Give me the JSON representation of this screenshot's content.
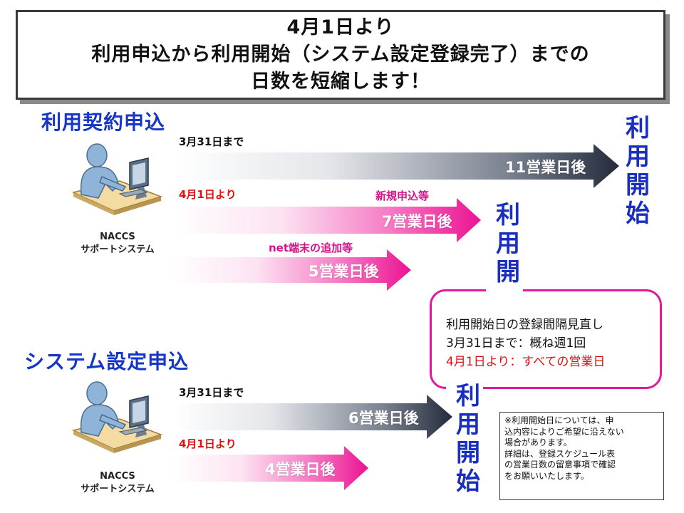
{
  "title": {
    "line1": "4月1日より",
    "line2": "利用申込から利用開始（システム設定登録完了）までの",
    "line3": "日数を短縮します！"
  },
  "section1": {
    "heading": "利用契約申込",
    "icon_label1": "NACCS",
    "icon_label2": "サポートシステム",
    "before_label": "3月31日まで",
    "before_arrow": "11営業日後",
    "after_label": "4月1日より",
    "new_label": "新規申込等",
    "new_arrow": "7営業日後",
    "net_label": "net端末の追加等",
    "net_arrow": "5営業日後"
  },
  "section2": {
    "heading": "システム設定申込",
    "icon_label1": "NACCS",
    "icon_label2": "サポートシステム",
    "before_label": "3月31日まで",
    "before_arrow": "6営業日後",
    "after_label": "4月1日より",
    "after_arrow": "4営業日後"
  },
  "start": [
    "利",
    "用",
    "開",
    "始"
  ],
  "callout": {
    "line1": "利用開始日の登録間隔見直し",
    "line2": "3月31日まで：概ね週1回",
    "line3": "4月1日より：すべての営業日"
  },
  "note": {
    "lines": [
      "※利用開始日については、申",
      "込内容によりご希望に沿えない",
      "場合があります。",
      "詳細は、登録スケジュール表",
      "の営業日数の留意事項で確認",
      "をお願いいたします。"
    ]
  },
  "colors": {
    "navy": "#2a3347",
    "magenta": "#ee1d9a",
    "blue_text": "#1b2fbf",
    "red_text": "#e01010"
  }
}
